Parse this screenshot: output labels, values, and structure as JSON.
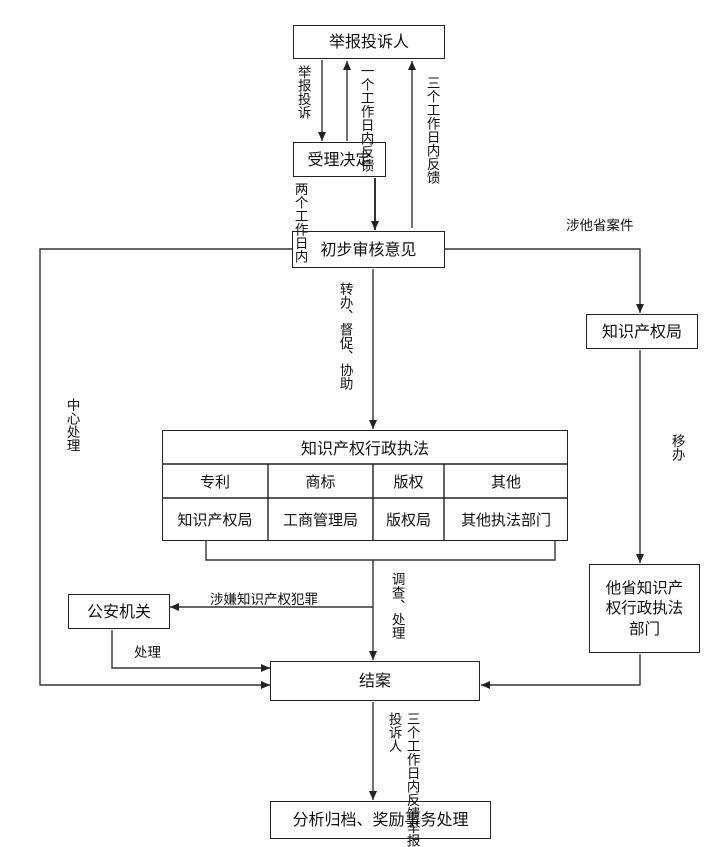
{
  "boxes": {
    "reporter": "举报投诉人",
    "accept": "受理决定",
    "review": "初步审核意见",
    "ipo_right": "知识产权局",
    "enforcement": "知识产权行政执法",
    "police": "公安机关",
    "other_province": "他省知识产权行政执法部门",
    "close": "结案",
    "archive": "分析归档、奖励事务处理"
  },
  "table": {
    "headers": [
      "专利",
      "商标",
      "版权",
      "其他"
    ],
    "departments": [
      "知识产权局",
      "工商管理局",
      "版权局",
      "其他执法部门"
    ]
  },
  "labels": {
    "report_complaint": "举报投诉",
    "feedback_one_day": "一个工作日内反馈",
    "feedback_three_days": "三个工作日内反馈",
    "two_workdays": "两个工作日内",
    "other_province_case": "涉他省案件",
    "transfer_supervise_assist": "转办、督促、协助",
    "center_handle": "中心处理",
    "transfer": "移办",
    "suspected_crime": "涉嫌知识产权犯罪",
    "investigate_handle": "调查、处理",
    "handle": "处理",
    "to_reporter": "投诉人",
    "feedback_reporter": "三个工作日内反馈举报"
  }
}
